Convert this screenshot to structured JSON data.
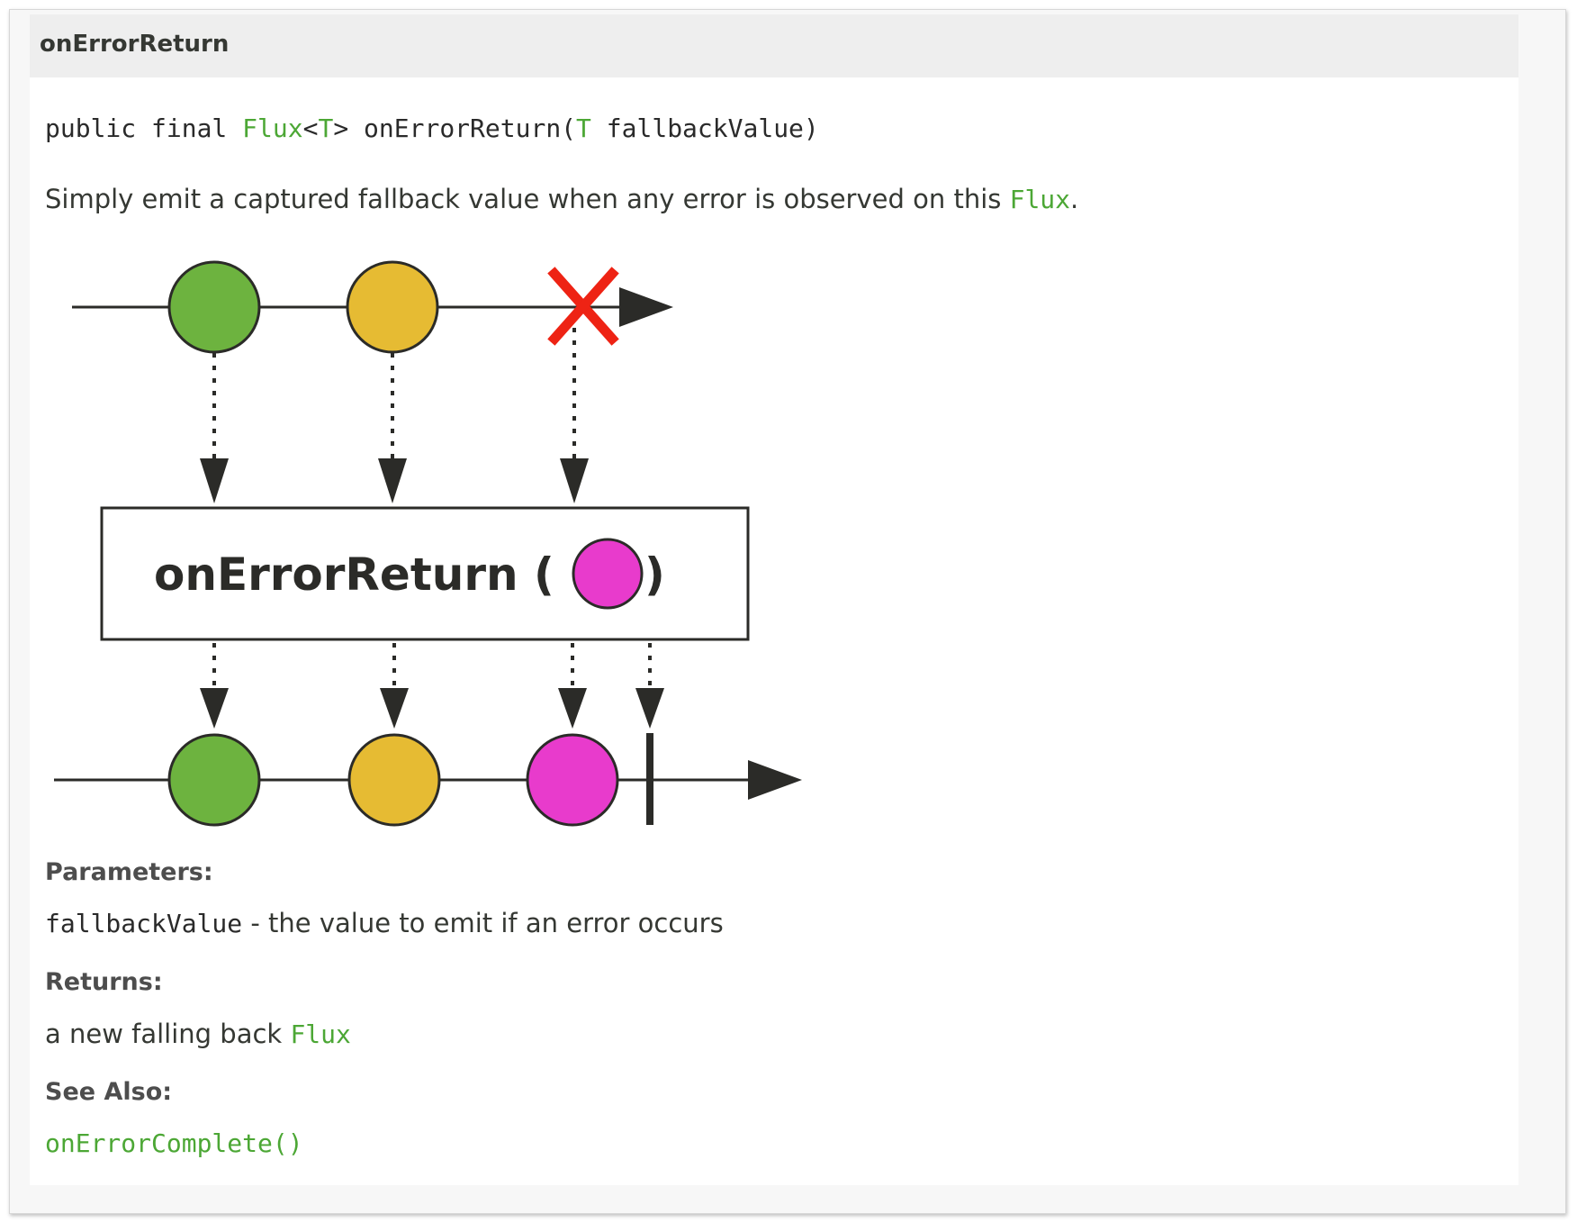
{
  "header": {
    "title": "onErrorReturn"
  },
  "signature": {
    "prefix": "public final ",
    "type": "Flux",
    "lt": "<",
    "generic": "T",
    "gt": ">",
    "method": " onErrorReturn(",
    "param_type": "T",
    "param_name": " fallbackValue)"
  },
  "description": {
    "text": "Simply emit a captured fallback value when any error is observed on this ",
    "link": "Flux",
    "end": "."
  },
  "diagram": {
    "operator_text": "onErrorReturn ( ",
    "operator_close": " )",
    "colors": {
      "green": "#6db33f",
      "yellow": "#e6bb33",
      "magenta": "#e83bcc",
      "error": "#ee2314",
      "stroke": "#2b2b28"
    }
  },
  "params": {
    "label": "Parameters:",
    "name": "fallbackValue",
    "desc": " - the value to emit if an error occurs"
  },
  "returns": {
    "label": "Returns:",
    "text": "a new falling back ",
    "link": "Flux"
  },
  "see_also": {
    "label": "See Also:",
    "link": "onErrorComplete()"
  }
}
